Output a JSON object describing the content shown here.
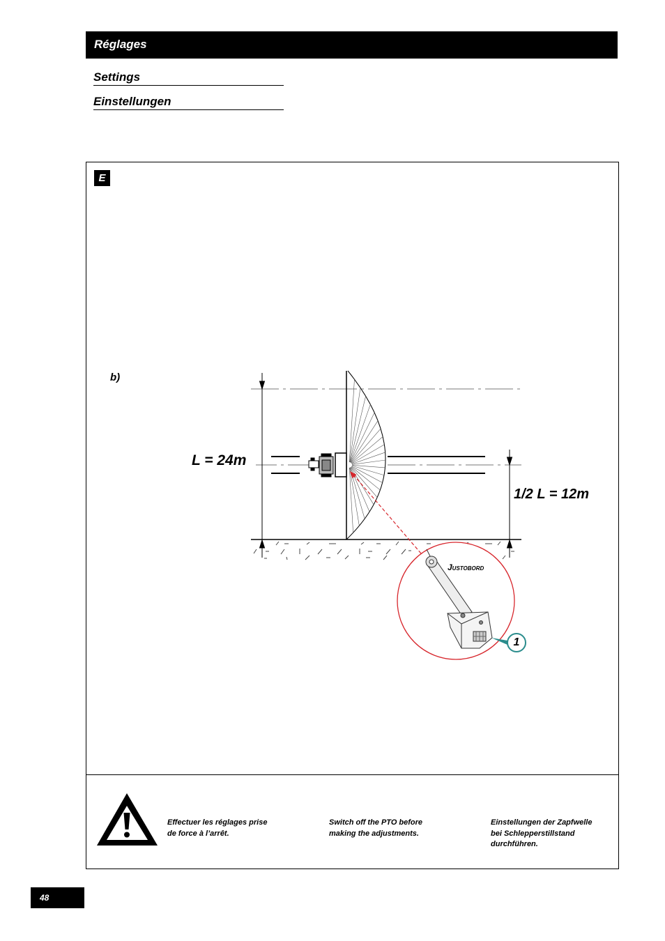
{
  "header": {
    "title": "Réglages"
  },
  "subtitles": {
    "settings": "Settings",
    "einstellungen": "Einstellungen"
  },
  "section": {
    "badge": "E"
  },
  "figure": {
    "label": "b)",
    "dimension_full": "L = 24m",
    "dimension_half": "1/2 L = 12m",
    "device_name": "Justobord",
    "callout_number": "1"
  },
  "warning": {
    "icon": "warning-triangle-icon",
    "fr": "Effectuer les réglages prise\nde force à l’arrêt.",
    "en": "Switch off the PTO before\nmaking the adjustments.",
    "de": "Einstellungen der Zapfwelle\nbei Schlepperstillstand\ndurchführen."
  },
  "colors": {
    "accent_red": "#d7262c",
    "callout_teal": "#2a8c8c"
  },
  "page": {
    "number": "48"
  }
}
